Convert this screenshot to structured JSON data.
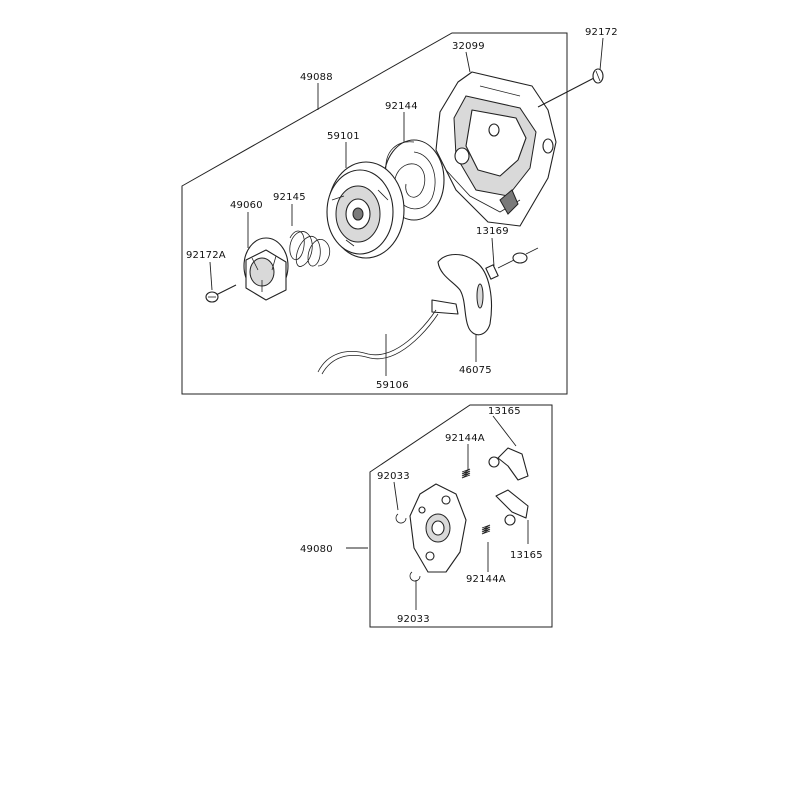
{
  "labels": {
    "p32099": "32099",
    "p92172": "92172",
    "p49088": "49088",
    "p92144": "92144",
    "p59101": "59101",
    "p92145": "92145",
    "p49060": "49060",
    "p92172A": "92172A",
    "p13169": "13169",
    "p46075": "46075",
    "p59106": "59106",
    "p13165_top": "13165",
    "p92144A_top": "92144A",
    "p92033_top": "92033",
    "p49080": "49080",
    "p13165_bottom": "13165",
    "p92144A_bottom": "92144A",
    "p92033_bottom": "92033"
  }
}
